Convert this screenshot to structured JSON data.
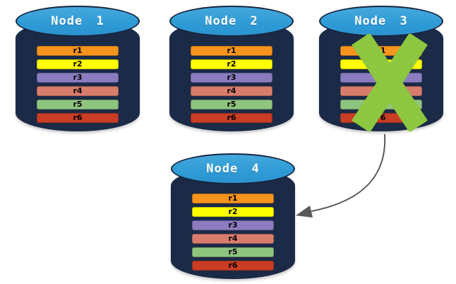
{
  "diagram": {
    "description": "Database replication diagram: failed node replicated to new node",
    "nodes": [
      {
        "label": "Node 1",
        "failed": false,
        "replicas": [
          "r1",
          "r2",
          "r3",
          "r4",
          "r5",
          "r6"
        ]
      },
      {
        "label": "Node 2",
        "failed": false,
        "replicas": [
          "r1",
          "r2",
          "r3",
          "r4",
          "r5",
          "r6"
        ]
      },
      {
        "label": "Node 3",
        "failed": true,
        "replicas": [
          "r1",
          "r2",
          "r3",
          "r4",
          "r5",
          "r6"
        ]
      },
      {
        "label": "Node 4",
        "failed": false,
        "replicas": [
          "r1",
          "r2",
          "r3",
          "r4",
          "r5",
          "r6"
        ]
      }
    ],
    "replica_colors": {
      "r1": "#f7941d",
      "r2": "#ffff00",
      "r3": "#8b7cc0",
      "r4": "#d87c6c",
      "r5": "#8fc47f",
      "r6": "#c93d24"
    },
    "colors": {
      "cylinder_body": "#1b2a47",
      "cylinder_top": "#2e9bd6",
      "cylinder_outline": "#17253f",
      "title_text": "#ffffff",
      "bar_text": "#000000",
      "failure_x": "#8dc63f",
      "arrow": "#58595b",
      "background": "#ffffff"
    },
    "arrow": {
      "from": "Node 3",
      "to": "Node 4"
    }
  }
}
